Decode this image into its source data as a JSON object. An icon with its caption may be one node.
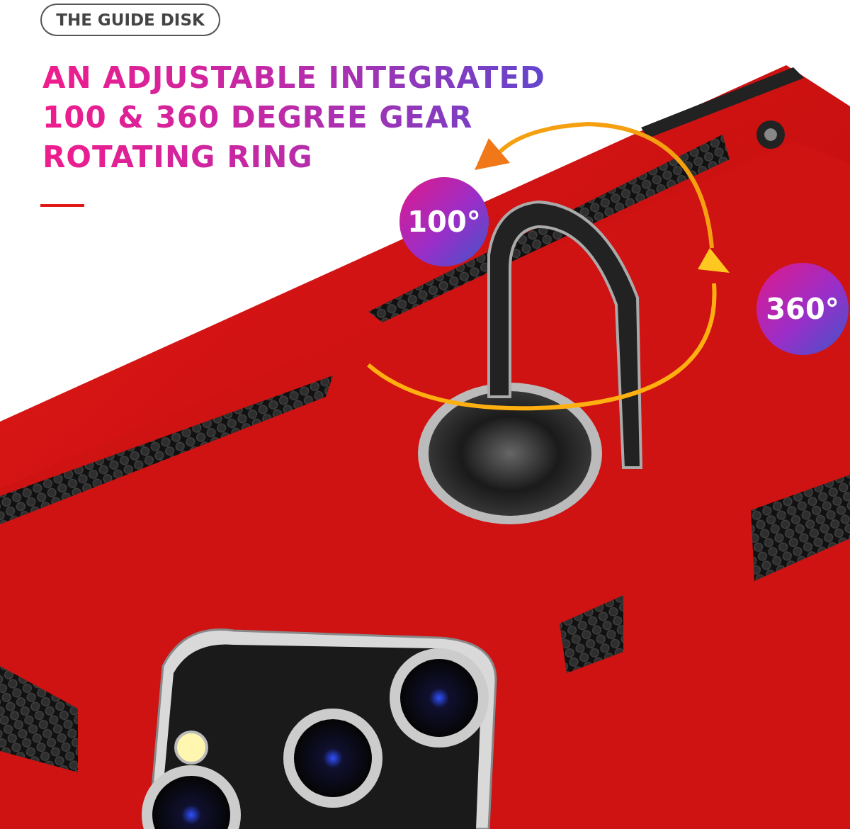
{
  "diagram": {
    "title": "AN ADJUSTABLE INTEGRATED 100 & 360 DEGREE GEAR ROTATING RING",
    "nodes": [
      {
        "text": [
          "THE GUIDE DISK"
        ]
      },
      {
        "text": [
          "100°"
        ]
      },
      {
        "text": [
          "360°"
        ]
      }
    ]
  }
}
